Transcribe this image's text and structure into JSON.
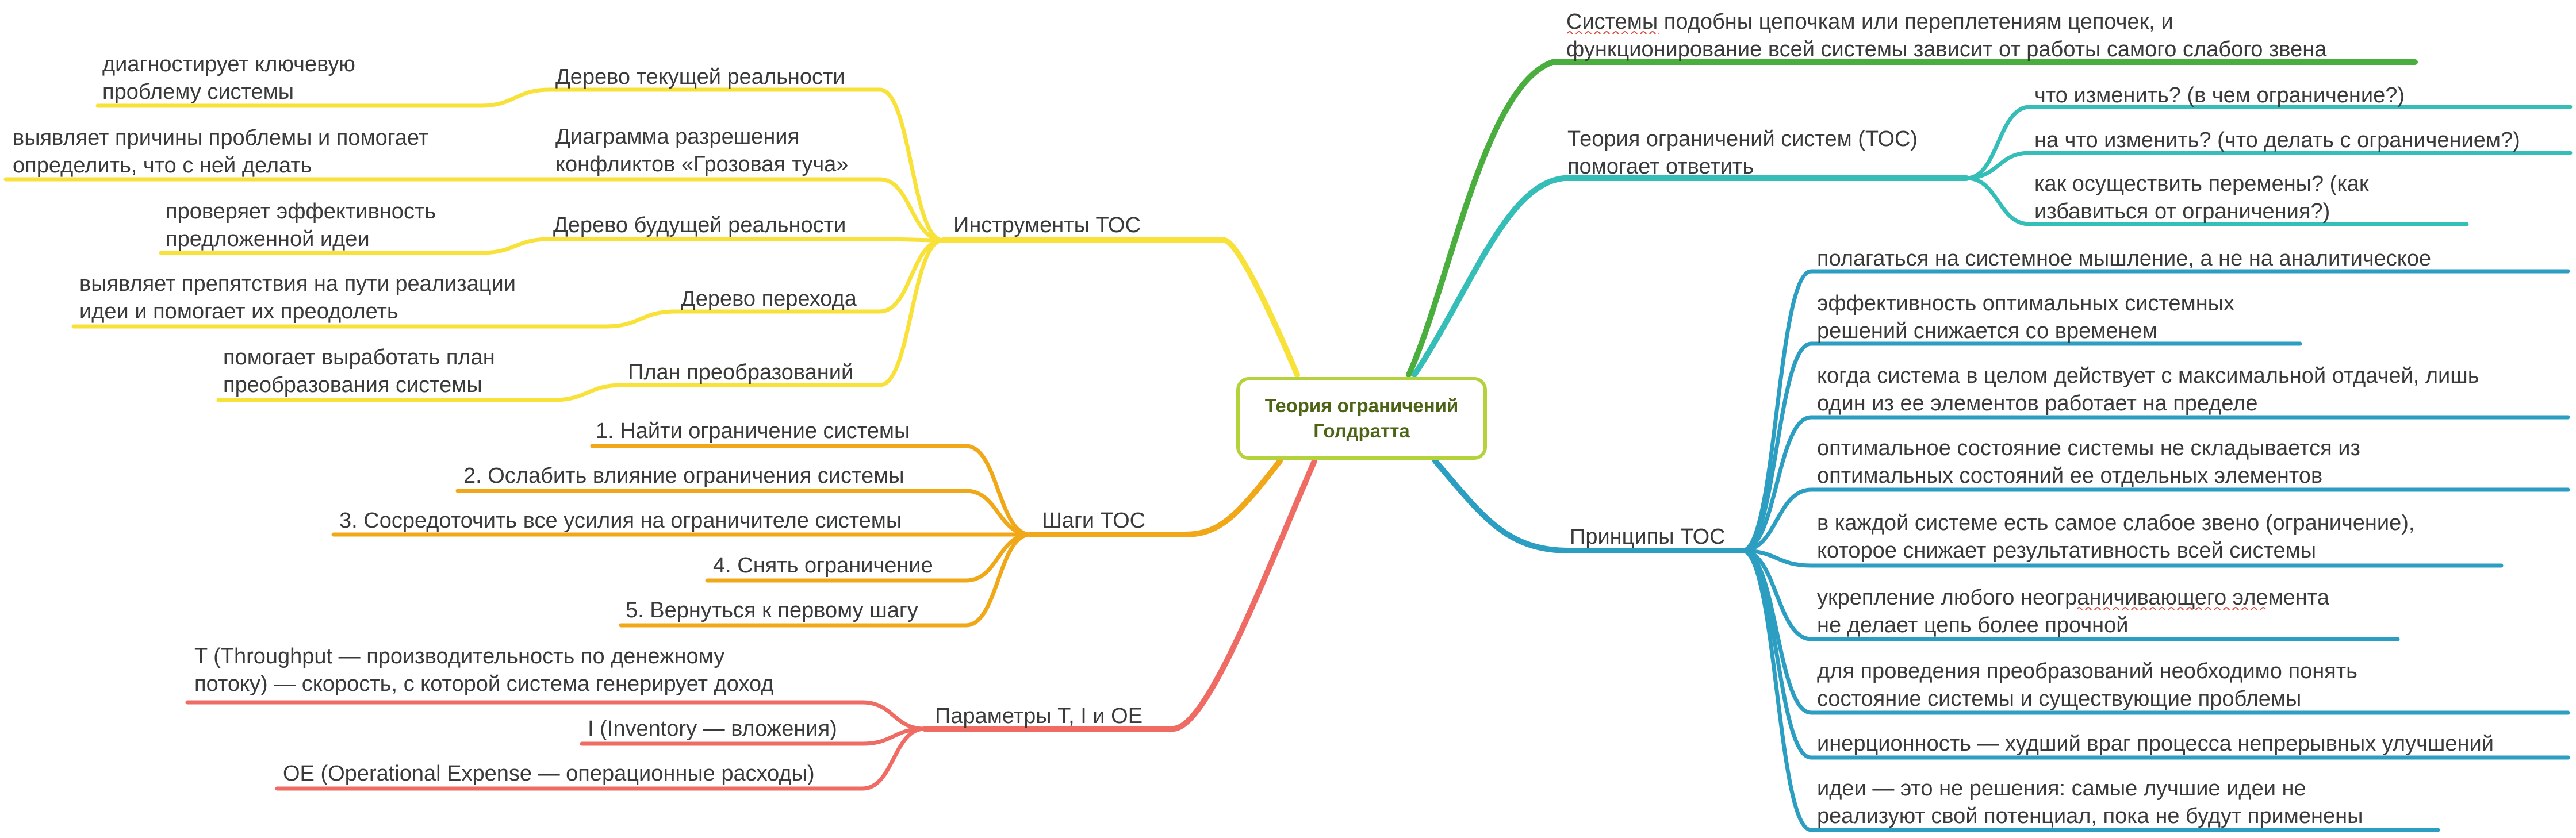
{
  "central_topic": "Теория ограничений Голдратта",
  "right": {
    "systems_note": "Системы подобны цепочкам или переплетениям цепочек, и функционирование всей системы зависит от работы самого слабого звена",
    "toc_answers": {
      "label": "Теория ограничений систем (ТОС) помогает ответить",
      "items": [
        "что изменить? (в чем ограничение?)",
        "на что изменить? (что делать с ограничением?)",
        "как осуществить перемены? (как избавиться от ограничения?)"
      ]
    },
    "principles": {
      "label": "Принципы ТОС",
      "items": [
        "полагаться на системное мышление, а не на аналитическое",
        "эффективность оптимальных системных решений снижается со временем",
        "когда система в целом действует с максимальной отдачей, лишь один из ее элементов работает на пределе",
        "оптимальное состояние системы не складывается из оптимальных состояний ее отдельных элементов",
        "в каждой системе есть самое слабое звено (ограничение), которое снижает результативность всей системы",
        "укрепление любого неограничивающего элемента не делает цепь более прочной",
        "для проведения преобразований необходимо понять состояние системы и существующие проблемы",
        "инерционность — худший враг процесса непрерывных улучшений",
        "идеи — это не решения: самые лучшие идеи не реализуют свой потенциал, пока не будут применены"
      ]
    }
  },
  "left": {
    "tools": {
      "label": "Инструменты ТОС",
      "items": [
        {
          "name": "Дерево текущей реальности",
          "note": "диагностирует ключевую проблему системы"
        },
        {
          "name": "Диаграмма разрешения конфликтов «Грозовая туча»",
          "note": "выявляет причины проблемы и помогает определить, что с ней делать"
        },
        {
          "name": "Дерево будущей реальности",
          "note": "проверяет эффективность предложенной идеи"
        },
        {
          "name": "Дерево перехода",
          "note": "выявляет препятствия на пути реализации идеи и помогает их преодолеть"
        },
        {
          "name": "План преобразований",
          "note": "помогает выработать план преобразования системы"
        }
      ]
    },
    "steps": {
      "label": "Шаги ТОС",
      "items": [
        "1.  Найти ограничение системы",
        "2.  Ослабить влияние ограничения системы",
        "3.  Сосредоточить все усилия на ограничителе системы",
        "4.  Снять ограничение",
        "5.   Вернуться к первому шагу"
      ]
    },
    "params": {
      "label": "Параметры T, I и OE",
      "items": [
        "T (Throughput — производительность по денежному потоку) — скорость, с которой система генерирует доход",
        "I (Inventory — вложения)",
        "OE (Operational Expense — операционные расходы)"
      ]
    }
  },
  "colors": {
    "green": "#4aae3f",
    "teal": "#35bdb7",
    "blue": "#2b9ec2",
    "yellow": "#f8e23a",
    "orange": "#f0a818",
    "red": "#ee6c63",
    "center_border": "#b4d23c",
    "center_text": "#4d6417"
  }
}
